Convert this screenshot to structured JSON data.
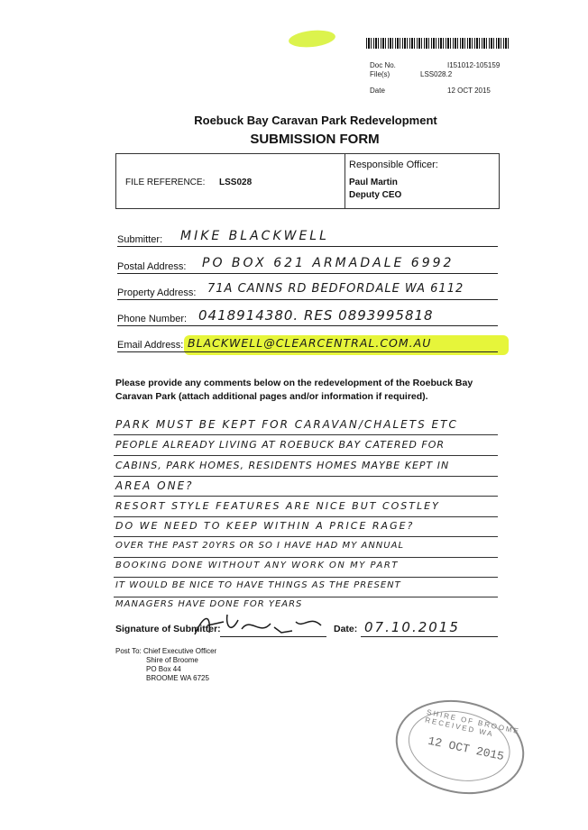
{
  "header": {
    "doc_no_label": "Doc No.",
    "doc_no": "I151012-105159",
    "files_label": "File(s)",
    "files": "LSS028.2",
    "date_label": "Date",
    "date": "12 OCT 2015"
  },
  "title": "Roebuck Bay Caravan Park Redevelopment",
  "subtitle": "SUBMISSION FORM",
  "reference": {
    "label": "FILE REFERENCE:",
    "value": "LSS028",
    "officer_label": "Responsible Officer:",
    "officer_name": "Paul Martin",
    "officer_title": "Deputy CEO"
  },
  "fields": {
    "submitter_label": "Submitter:",
    "submitter": "MIKE BLACKWELL",
    "postal_label": "Postal Address:",
    "postal": "PO BOX 621 ARMADALE 6992",
    "property_label": "Property Address:",
    "property": "71A CANNS RD BEDFORDALE WA 6112",
    "phone_label": "Phone Number:",
    "phone": "0418914380. RES 0893995818",
    "email_label": "Email Address:",
    "email": "BLACKWELL@CLEARCENTRAL.COM.AU"
  },
  "instructions": "Please provide any comments below on the redevelopment of the Roebuck Bay Caravan Park (attach additional pages and/or information if required).",
  "comments": [
    "PARK MUST BE KEPT FOR CARAVAN/CHALETS ETC",
    "PEOPLE ALREADY LIVING AT ROEBUCK BAY CATERED FOR",
    "CABINS, PARK HOMES, RESIDENTS HOMES MAYBE KEPT IN",
    "AREA ONE?",
    "RESORT STYLE FEATURES ARE NICE BUT COSTLEY",
    "DO WE NEED TO KEEP WITHIN A PRICE RAGE?",
    "OVER THE PAST 20YRS OR SO I HAVE HAD MY ANNUAL",
    "BOOKING DONE WITHOUT ANY WORK ON MY PART",
    "IT WOULD BE NICE TO HAVE THINGS AS THE PRESENT",
    "MANAGERS HAVE DONE FOR YEARS"
  ],
  "signature_label": "Signature of Submitter:",
  "date_label": "Date:",
  "date_value": "07.10.2015",
  "post_to": [
    "Post To: Chief Executive Officer",
    "Shire of Broome",
    "PO Box 44",
    "BROOME  WA  6725"
  ],
  "stamp": {
    "date": "12 OCT 2015",
    "text": "SHIRE OF BROOME RECEIVED WA"
  },
  "colors": {
    "highlight": "#e6f53a",
    "ink": "#1a1a1a"
  }
}
